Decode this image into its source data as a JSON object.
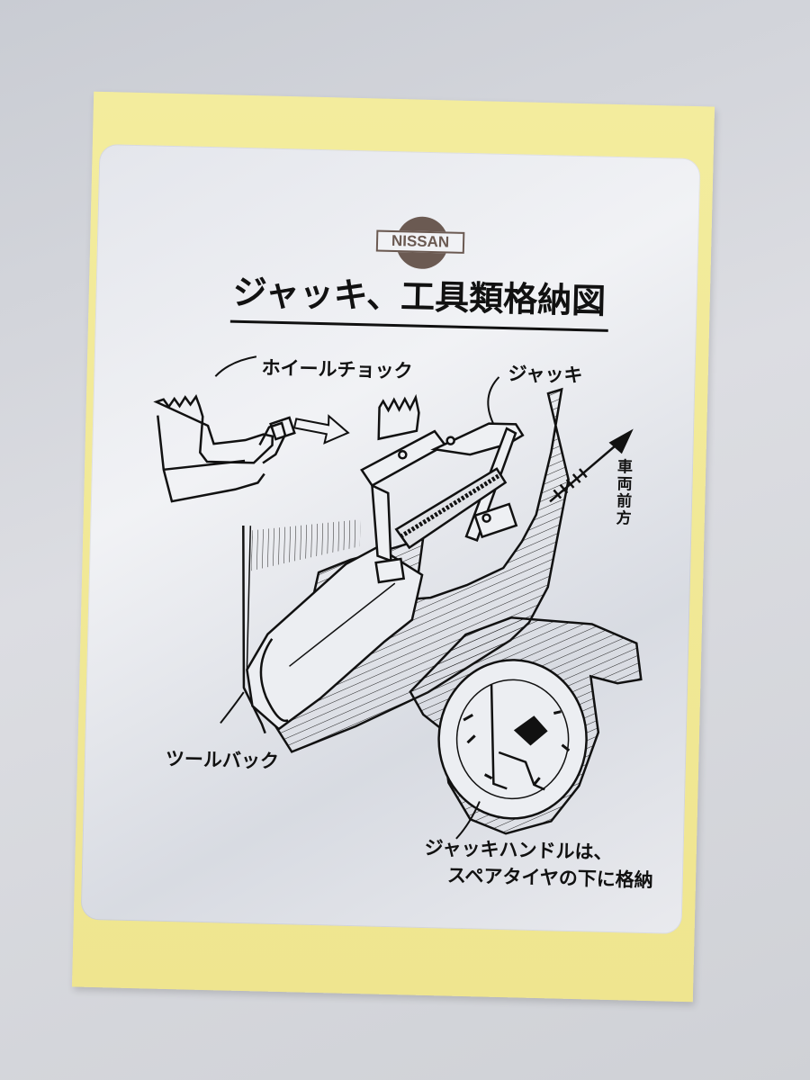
{
  "logo": {
    "text": "NISSAN"
  },
  "title": "ジャッキ、工具類格納図",
  "labels": {
    "wheel_chock": "ホイールチョック",
    "jack": "ジャッキ",
    "vehicle_front": "車両前方",
    "tool_bag": "ツールバック",
    "jack_handle_note_line1": "ジャッキハンドルは、",
    "jack_handle_note_line2": "スペアタイヤの下に格納"
  },
  "colors": {
    "backing": "#efe58f",
    "plate": "#e9eaee",
    "ink": "#111111",
    "logo": "#6b5a52"
  }
}
